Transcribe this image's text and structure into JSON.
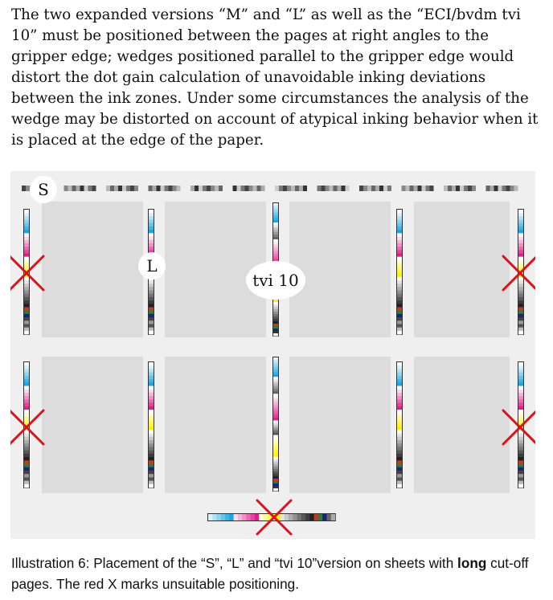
{
  "intro_text": "The two expanded versions “M” and “L” as well as the “ECI/bvdm tvi 10” must be positioned between the pages at right angles to the gripper edge; wedges positioned parallel to the gripper edge would distort the dot gain calculation of unavoidable inking deviations between the ink zones. Under some circumstances the analysis of the wedge may be distorted on account of atypical inking behavior when it is placed at the edge of the paper.",
  "figure": {
    "labels": {
      "s": "S",
      "l": "L",
      "tvi": "tvi 10"
    },
    "colors": {
      "sheet": "#efefef",
      "page": "#dcdcdc",
      "cross": "#d7141e",
      "cyan": "#1aa6e0",
      "magenta": "#e0208a",
      "yellow": "#fff200",
      "black": "#222222"
    }
  },
  "caption": {
    "prefix": "Illustration 6: Placement of the “S”, “L” and “tvi 10”version on sheets with",
    "bold_word": "long",
    "suffix": "cut-off pages. The red X marks unsuitable positioning."
  }
}
